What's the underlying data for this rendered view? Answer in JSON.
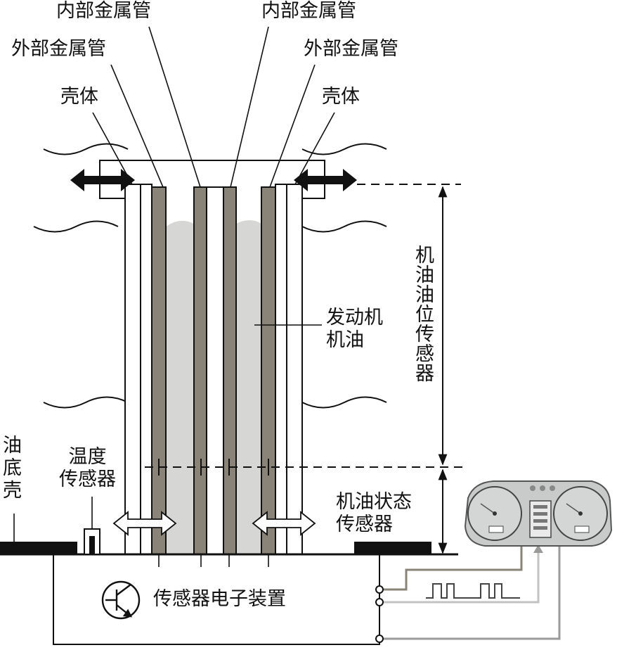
{
  "labels": {
    "inner_tube_left": "内部金属管",
    "inner_tube_right": "内部金属管",
    "outer_tube_left": "外部金属管",
    "outer_tube_right": "外部金属管",
    "housing_left": "壳体",
    "housing_right": "壳体",
    "engine_oil_line1": "发动机",
    "engine_oil_line2": "机油",
    "level_sensor": "机油油位传感器",
    "oil_pan": "油底壳",
    "temp_sensor_line1": "温度",
    "temp_sensor_line2": "传感器",
    "condition_sensor_line1": "机油状态",
    "condition_sensor_line2": "传感器",
    "electronics": "传感器电子装置"
  },
  "colors": {
    "ink": "#111111",
    "tube_fill": "#8a8478",
    "oil_fill": "#d6d6d4",
    "cluster_body": "#c9cbcb",
    "signal_gray": "#9a9a98"
  },
  "icons": [
    "transistor-icon",
    "instrument-cluster-icon",
    "double-arrow-icon"
  ]
}
